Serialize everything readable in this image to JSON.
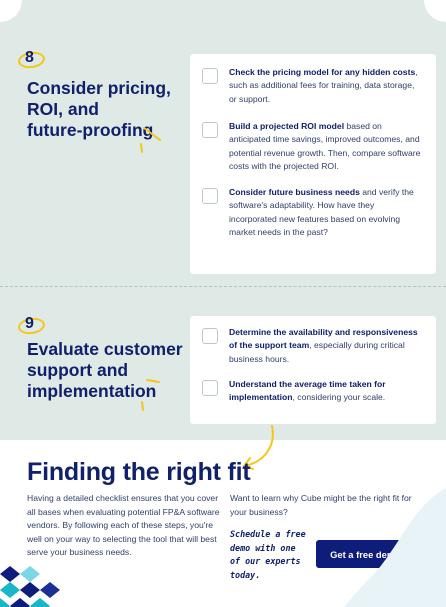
{
  "sections": [
    {
      "number": "8",
      "title_lines": [
        "Consider pricing,",
        "ROI, and",
        "future-proofing"
      ],
      "items": [
        {
          "bold": "Check the pricing model for any hidden costs",
          "text": ", such as additional fees for training, data storage, or support."
        },
        {
          "bold": "Build a projected ROI model",
          "text": " based on anticipated time savings, improved outcomes, and potential revenue growth. Then, compare software costs with the projected ROI."
        },
        {
          "bold": "Consider future business needs",
          "text": " and verify the software's adaptability. How have they incorporated new features based on evolving market needs in the past?"
        }
      ]
    },
    {
      "number": "9",
      "title_lines": [
        "Evaluate customer",
        "support and",
        "implementation"
      ],
      "items": [
        {
          "bold": "Determine the availability and responsiveness of the support team",
          "text": ", especially during critical business hours."
        },
        {
          "bold": "Understand the average time taken for implementation",
          "text": ", considering your scale."
        }
      ]
    }
  ],
  "fit": {
    "title": "Finding the right fit",
    "left_paragraph": "Having a detailed checklist ensures that you cover all bases when evaluating potential FP&A software vendors. By following each of these steps, you're well on your way to selecting the tool that will best serve your business needs.",
    "right_paragraph": "Want to learn why Cube might be the right fit for your business?",
    "script_note": "Schedule a free demo with one of our experts today.",
    "cta_label": "Get a free demo"
  },
  "colors": {
    "navy": "#10206b",
    "accent_yellow": "#f5c518",
    "panel_bg": "#dfe9e6",
    "cta_bg": "#0f1d7a"
  }
}
